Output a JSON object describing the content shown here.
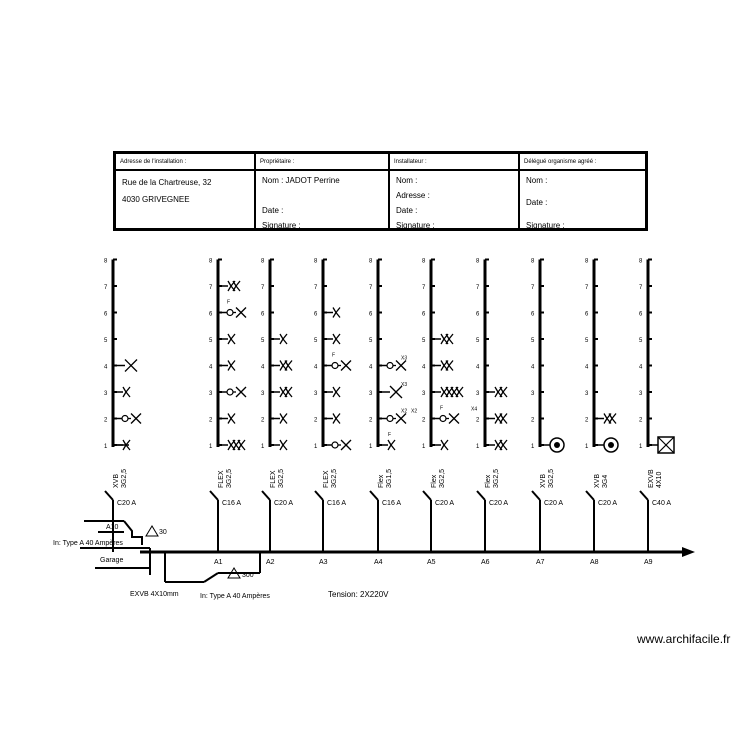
{
  "header": {
    "columns": [
      {
        "title": "Adresse de l'installation :",
        "lines": [
          "Rue de la Chartreuse, 32",
          "4030 GRIVEGNEE"
        ]
      },
      {
        "title": "Propriétaire :",
        "lines": [
          "Nom : JADOT Perrine",
          "Date :",
          "Signature :"
        ]
      },
      {
        "title": "Installateur :",
        "lines": [
          "Nom :",
          "Adresse :",
          "Date :",
          "Signature :"
        ]
      },
      {
        "title": "Délégué organisme agréé :",
        "lines": [
          "Nom :",
          "Date :",
          "Signature :"
        ]
      }
    ]
  },
  "scale_labels": [
    "1",
    "2",
    "3",
    "4",
    "5",
    "6",
    "7",
    "8"
  ],
  "circuits": [
    {
      "id": "",
      "cable": [
        "XVB",
        "3G2,5"
      ],
      "breaker": "C20 A"
    },
    {
      "id": "A1",
      "cable": [
        "FLEX",
        "3G2,5"
      ],
      "breaker": "C16 A"
    },
    {
      "id": "A2",
      "cable": [
        "FLEX",
        "3G2,5"
      ],
      "breaker": "C20 A"
    },
    {
      "id": "A3",
      "cable": [
        "FLEX",
        "3G2,5"
      ],
      "breaker": "C16 A"
    },
    {
      "id": "A4",
      "cable": [
        "Flex",
        "3G1,5"
      ],
      "breaker": "C16 A"
    },
    {
      "id": "A5",
      "cable": [
        "Flex",
        "3G2,5"
      ],
      "breaker": "C20 A"
    },
    {
      "id": "A6",
      "cable": [
        "Flex",
        "3G2,5"
      ],
      "breaker": "C20 A"
    },
    {
      "id": "A7",
      "cable": [
        "XVB",
        "3G2,5"
      ],
      "breaker": "C20 A"
    },
    {
      "id": "A8",
      "cable": [
        "XVB",
        "3G4"
      ],
      "breaker": "C20 A"
    },
    {
      "id": "A9",
      "cable": [
        "EXVB",
        "4X10"
      ],
      "breaker": "C40 A"
    }
  ],
  "symbol_marks": [
    "X3",
    "X3",
    "X2",
    "X2",
    "X4",
    "F",
    "F",
    "F",
    "F"
  ],
  "annotations": {
    "a10": "A10",
    "diff1_value": "30",
    "diff1_desc": "In: Type A 40 Ampères",
    "garage": "Garage",
    "diff2_value": "300",
    "diff2_desc": "In: Type A 40 Ampères",
    "supply_cable": "EXVB 4X10mm",
    "tension": "Tension: 2X220V"
  },
  "watermark": "www.archifacile.fr"
}
